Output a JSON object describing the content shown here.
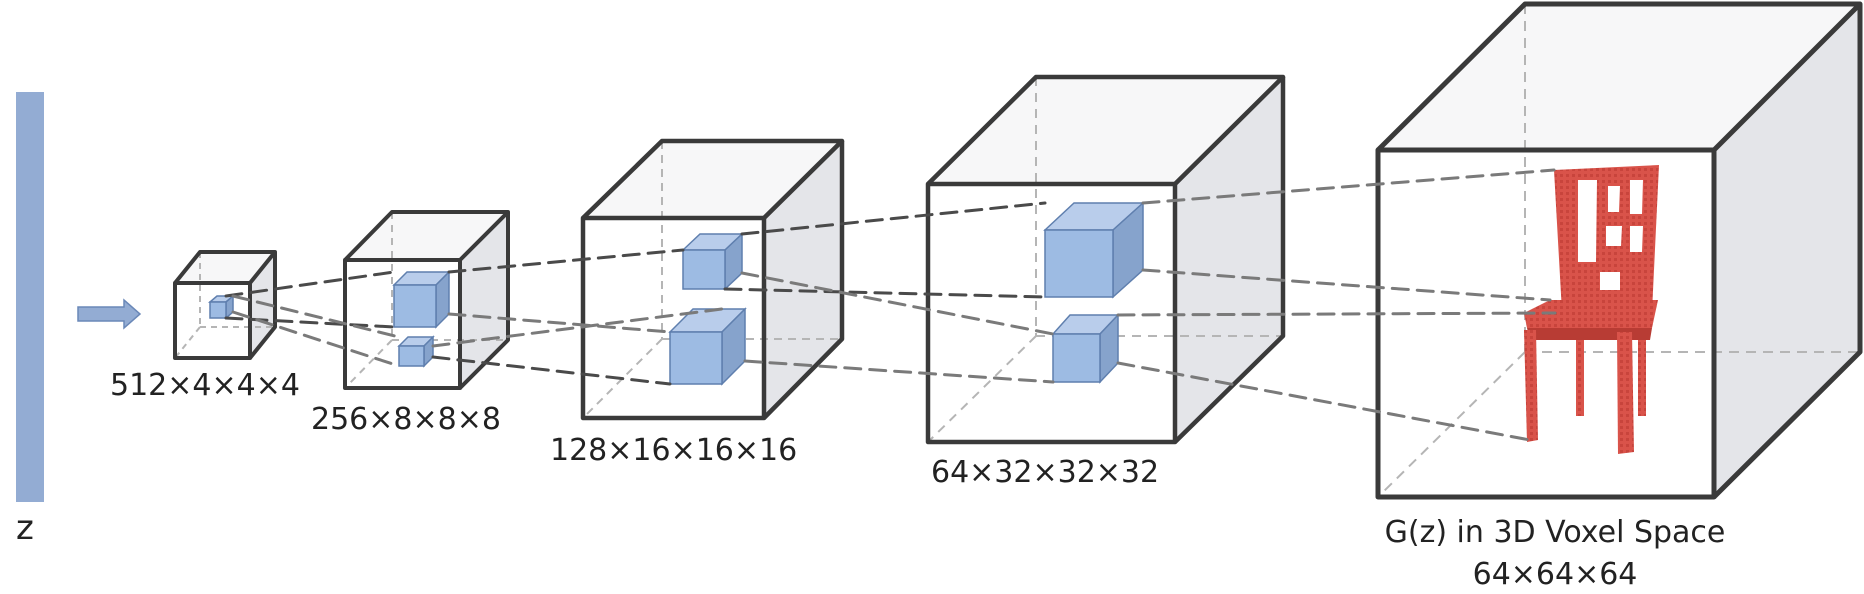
{
  "latent": {
    "label": "z",
    "color": "#93acd3"
  },
  "layers": [
    {
      "label": "512×4×4×4"
    },
    {
      "label": "256×8×8×8"
    },
    {
      "label": "128×16×16×16"
    },
    {
      "label": "64×32×32×32"
    },
    {
      "label": "G(z) in 3D Voxel Space",
      "sublabel": "64×64×64"
    }
  ],
  "colors": {
    "cube_edge": "#3a3a3a",
    "cube_side": "#e4e5e9",
    "cube_top": "#f7f7f8",
    "kernel_front": "#9dbbe3",
    "kernel_top": "#b9cdeb",
    "kernel_side": "#86a3cc",
    "chair": "#d9534a"
  }
}
